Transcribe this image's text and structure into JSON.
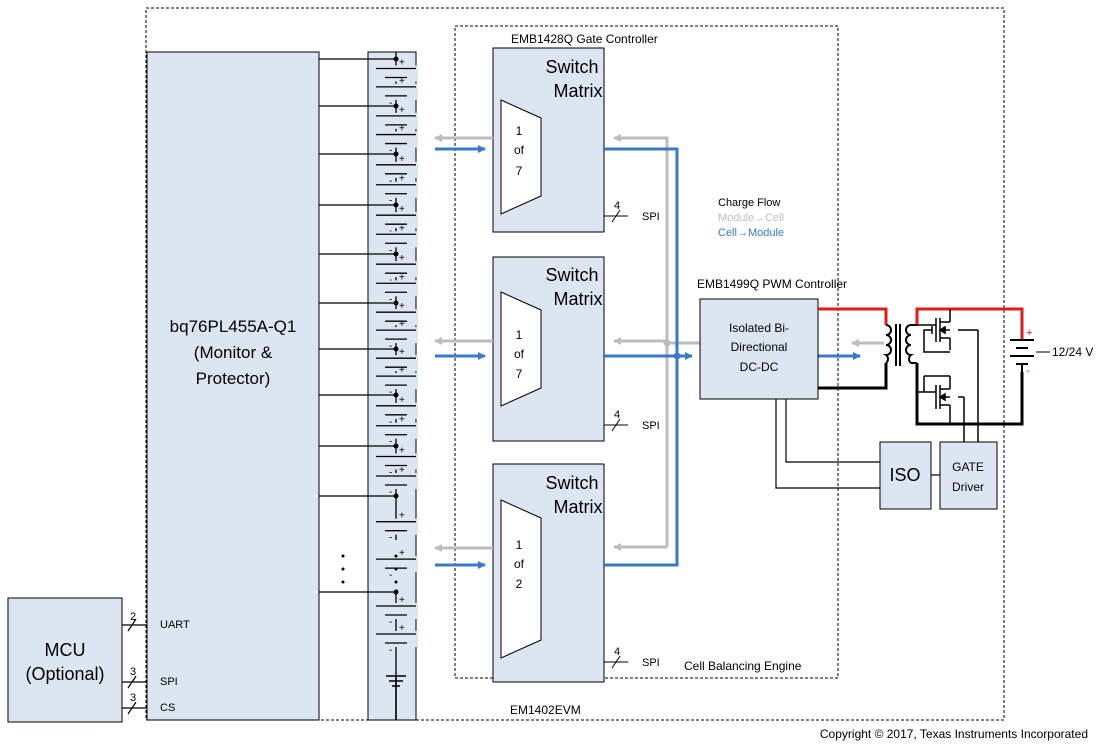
{
  "board_label": "EM1402EVM",
  "gate_controller_label": "EMB1428Q Gate Controller",
  "cell_balancing_label": "Cell Balancing Engine",
  "pwm_controller_label": "EMB1499Q PWM Controller",
  "monitor": {
    "line1": "bq76PL455A-Q1",
    "line2": "(Monitor &",
    "line3": "Protector)"
  },
  "mcu": {
    "line1": "MCU",
    "line2": "(Optional)"
  },
  "mcu_signals": [
    {
      "count": "2",
      "name": "UART"
    },
    {
      "count": "3",
      "name": "SPI"
    },
    {
      "count": "3",
      "name": "CS"
    }
  ],
  "switch_matrices": [
    {
      "title1": "Switch",
      "title2": "Matrix",
      "mux": [
        "1",
        "of",
        "7"
      ],
      "bus_count": "4",
      "bus_name": "SPI"
    },
    {
      "title1": "Switch",
      "title2": "Matrix",
      "mux": [
        "1",
        "of",
        "7"
      ],
      "bus_count": "4",
      "bus_name": "SPI"
    },
    {
      "title1": "Switch",
      "title2": "Matrix",
      "mux": [
        "1",
        "of",
        "2"
      ],
      "bus_count": "4",
      "bus_name": "SPI"
    }
  ],
  "charge_flow": {
    "title": "Charge Flow",
    "module_to_cell": "Module→Cell",
    "cell_to_module": "Cell→Module"
  },
  "dcdc": {
    "line1": "Isolated Bi-",
    "line2": "Directional",
    "line3": "DC-DC"
  },
  "iso_label": "ISO",
  "gate_driver": {
    "line1": "GATE",
    "line2": "Driver"
  },
  "supply_label": "12/24 V",
  "battery_plus": "+",
  "battery_minus": "-",
  "copyright": "Copyright © 2017, Texas Instruments Incorporated",
  "colors": {
    "cell_to_module": "#3a78c9",
    "module_to_cell": "#bdbdbd",
    "power": "#e01b1b",
    "box_fill": "#dce6f2"
  }
}
